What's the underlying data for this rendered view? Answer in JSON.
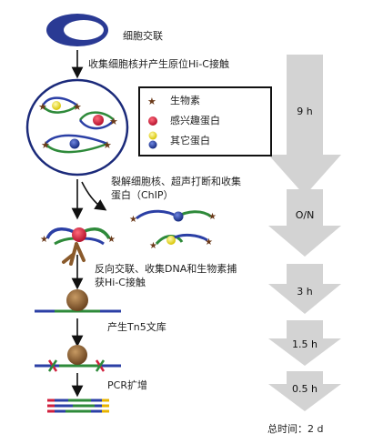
{
  "steps": {
    "crosslink": "细胞交联",
    "nuclei": "收集细胞核并产生原位Hi-C接触",
    "chip_line1": "裂解细胞核、超声打断和收集",
    "chip_line2": "蛋白（ChIP）",
    "capture_line1": "反向交联、收集DNA和生物素捕",
    "capture_line2": "获Hi-C接触",
    "tn5": "产生Tn5文库",
    "pcr": "PCR扩增"
  },
  "legend": {
    "biotin": "生物素",
    "target_protein": "感兴趣蛋白",
    "other_protein": "其它蛋白"
  },
  "timeline": {
    "durations": [
      "9 h",
      "O/N",
      "3 h",
      "1.5 h",
      "0.5 h"
    ],
    "total": "总时间：2 d"
  },
  "colors": {
    "cell_blue": "#2a3a94",
    "dna_green": "#2e8a3a",
    "dna_navy": "#2b3fa5",
    "protein_red": "#d01f3c",
    "protein_yellow": "#f1e11b",
    "protein_blue": "#1f3fa0",
    "bead_brown": "#8a5a2b",
    "arrow_gray": "#d3d3d3"
  }
}
